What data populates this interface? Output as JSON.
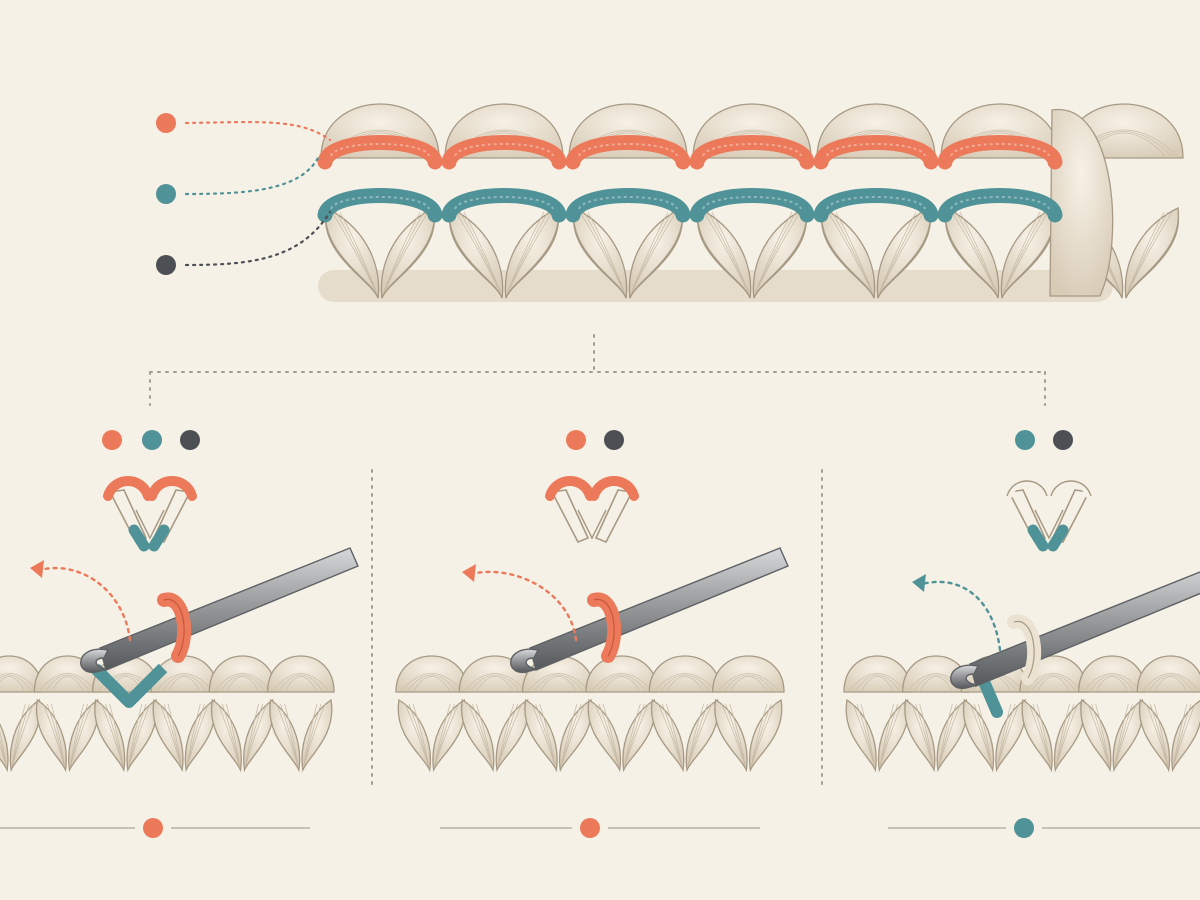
{
  "colors": {
    "background": "#f6f1e6",
    "front_loop": "#ec7a5a",
    "back_loop": "#4f9398",
    "third_loop": "#4c5055",
    "yarn": "#ebe2d2",
    "yarn_stroke": "#a79a85",
    "hook": "#9a9c9e",
    "hook_dark": "#5e6164",
    "connector": "#a69d8f"
  },
  "legend": {
    "items": [
      {
        "key": "front_loop",
        "color_key": "front_loop"
      },
      {
        "key": "back_loop",
        "color_key": "back_loop"
      },
      {
        "key": "third_loop",
        "color_key": "third_loop"
      }
    ]
  },
  "steps": [
    {
      "key": "both_loops",
      "dots": [
        "front_loop",
        "back_loop",
        "third_loop"
      ],
      "highlight": "both",
      "arrow_color": "front_loop",
      "marker": "front_loop"
    },
    {
      "key": "front_loop_only",
      "dots": [
        "front_loop",
        "third_loop"
      ],
      "highlight": "front",
      "arrow_color": "front_loop",
      "marker": "front_loop"
    },
    {
      "key": "back_loop_only",
      "dots": [
        "back_loop",
        "third_loop"
      ],
      "highlight": "back",
      "arrow_color": "back_loop",
      "marker": "back_loop"
    }
  ],
  "icons": {
    "loop_marker": "circle-dot-icon",
    "crochet_hook": "crochet-hook-icon",
    "stitch_v": "stitch-v-icon",
    "insert_arrow": "curved-arrow-icon"
  }
}
